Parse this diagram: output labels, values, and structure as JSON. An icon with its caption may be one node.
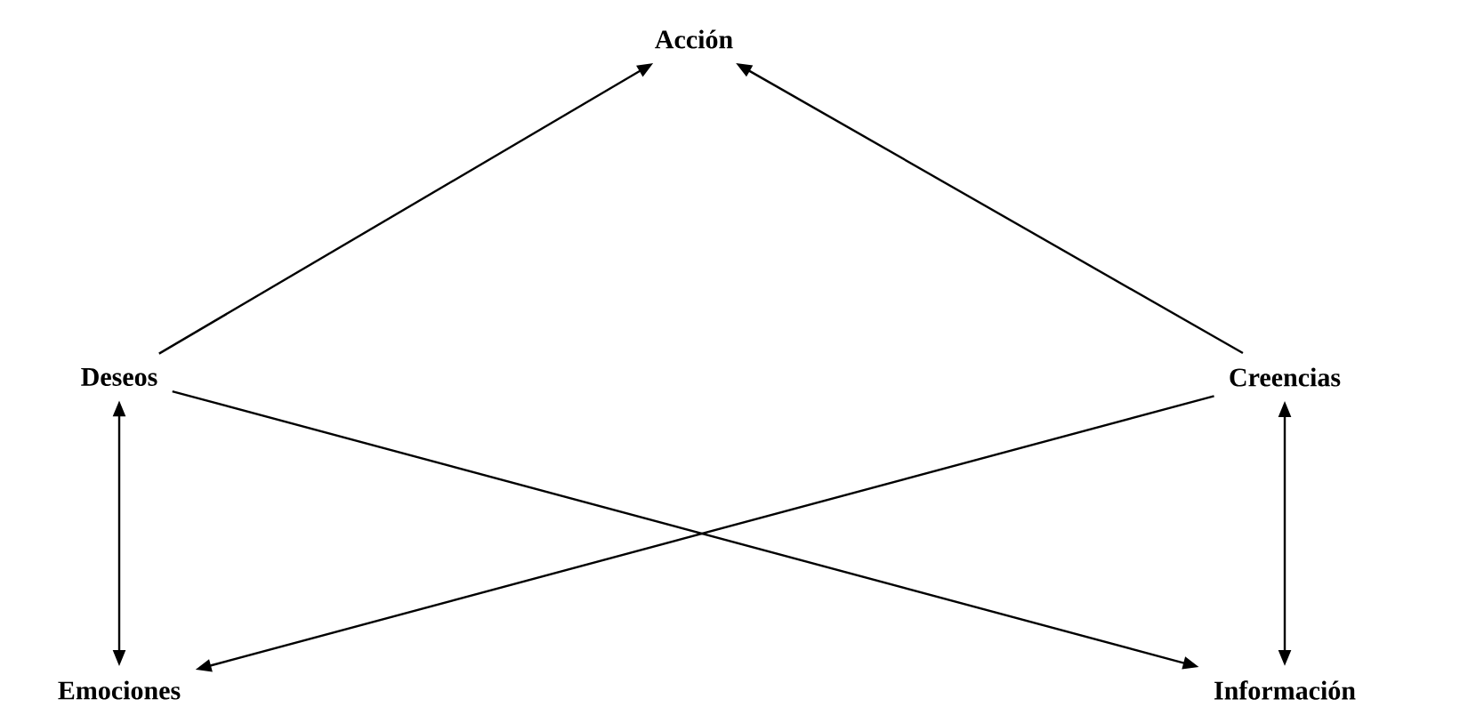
{
  "diagram": {
    "nodes": [
      {
        "text": [
          "Acción"
        ]
      },
      {
        "text": [
          "Deseos"
        ]
      },
      {
        "text": [
          "Creencias"
        ]
      },
      {
        "text": [
          "Emociones"
        ]
      },
      {
        "text": [
          "Información"
        ]
      }
    ],
    "edges": [
      {
        "from": 1,
        "to": 0,
        "arrow": "to"
      },
      {
        "from": 2,
        "to": 0,
        "arrow": "to"
      },
      {
        "from": 1,
        "to": 3,
        "arrow": "both"
      },
      {
        "from": 2,
        "to": 4,
        "arrow": "both"
      },
      {
        "from": 1,
        "to": 4,
        "arrow": "to"
      },
      {
        "from": 2,
        "to": 3,
        "arrow": "to"
      }
    ]
  }
}
